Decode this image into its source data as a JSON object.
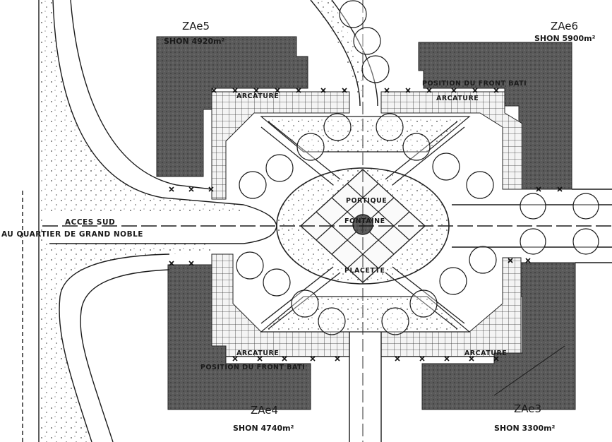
{
  "zones": [
    {
      "id": "ZAe5",
      "label": "ZAe5",
      "shon": "SHON 4920m²"
    },
    {
      "id": "ZAe6",
      "label": "ZAe6",
      "shon": "SHON 5900m²"
    },
    {
      "id": "ZAe4",
      "label": "ZAe4",
      "shon": "SHON 4740m²"
    },
    {
      "id": "ZAe3",
      "label": "ZAe3",
      "shon": "SHON 3300m²"
    }
  ],
  "labels": {
    "arcature": "ARCATURE",
    "front_bati": "POSITION DU FRONT BATI",
    "portique": "PORTIQUE",
    "fontaine": "FONTAINE",
    "placette": "PLACETTE",
    "acces_line1": "ACCES SUD",
    "acces_line2": "AU QUARTIER DE GRAND NOBLE"
  },
  "colors": {
    "ink": "#1a1a1a",
    "building_fill": "#555555",
    "paving_fill": "#d9d9d9",
    "background": "#ffffff"
  }
}
